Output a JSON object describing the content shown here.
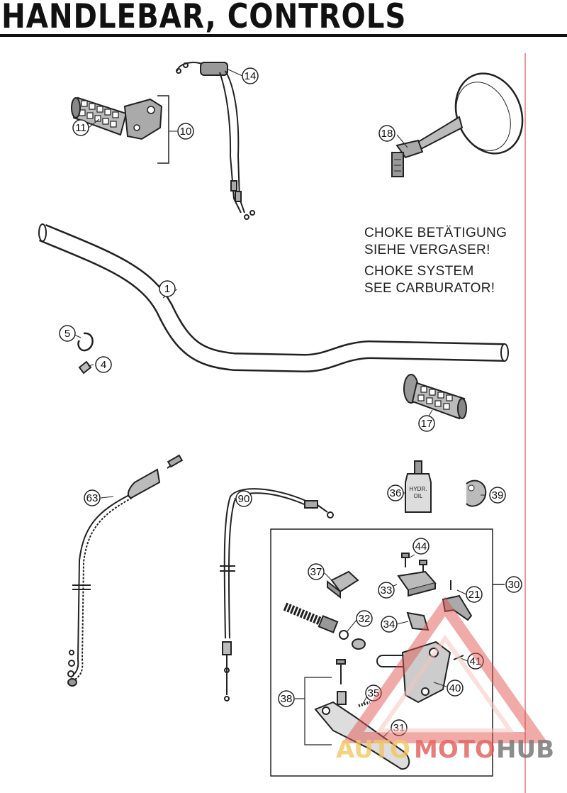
{
  "title": "HANDLEBAR, CONTROLS",
  "notes": {
    "line1": "CHOKE BETÄTIGUNG",
    "line2": "SIEHE VERGASER!",
    "line3": "CHOKE SYSTEM",
    "line4": "SEE CARBURATOR!"
  },
  "oil_label": {
    "line1": "HYDR.",
    "line2": "OIL"
  },
  "parts": {
    "p1": "1",
    "p4": "4",
    "p5": "5",
    "p10": "10",
    "p11": "11",
    "p14": "14",
    "p17": "17",
    "p18": "18",
    "p21": "21",
    "p30": "30",
    "p31": "31",
    "p32": "32",
    "p33": "33",
    "p34": "34",
    "p35": "35",
    "p36": "36",
    "p37": "37",
    "p38": "38",
    "p39": "39",
    "p40": "40",
    "p41": "41",
    "p44": "44",
    "p63": "63",
    "p90": "90"
  },
  "watermark": {
    "part1": "AUTO",
    "part2": "MOTO",
    "part3": "HUB"
  },
  "colors": {
    "line": "#222222",
    "watermark_red": "#e0554f",
    "watermark_light": "#f6c3bc",
    "watermark_yellow": "#f3c35a",
    "watermark_gray": "#6a6a6a",
    "margin_rule": "#e49a9a"
  }
}
